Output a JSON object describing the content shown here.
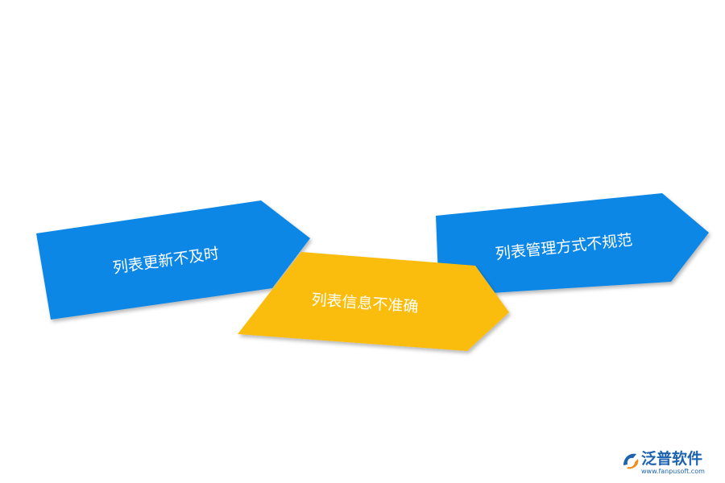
{
  "colors": {
    "blue": "#0a87e6",
    "yellow": "#fbbd0a",
    "brand": "#1d63b0",
    "brand_accent": "#f08c1e"
  },
  "arrows": [
    {
      "label": "列表更新不及时",
      "color": "blue"
    },
    {
      "label": "列表信息不准确",
      "color": "yellow"
    },
    {
      "label": "列表管理方式不规范",
      "color": "blue"
    }
  ],
  "logo": {
    "name": "泛普软件",
    "url": "www.fanpusoft.com"
  }
}
